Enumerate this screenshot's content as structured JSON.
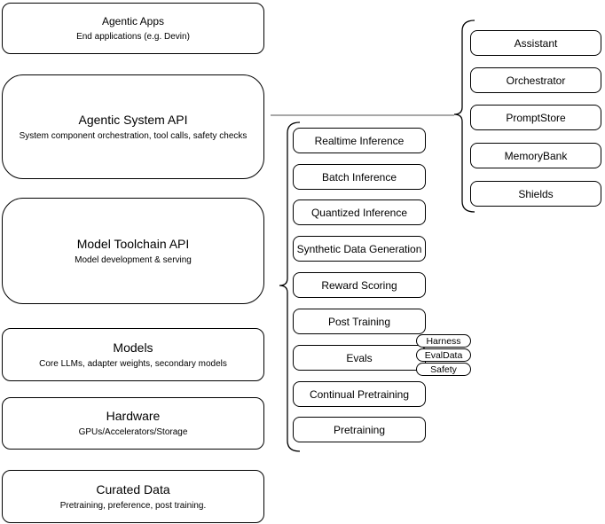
{
  "layers": [
    {
      "title": "Agentic Apps",
      "subtitle": "End applications (e.g. Devin)"
    },
    {
      "title": "Agentic System API",
      "subtitle": "System component orchestration, tool calls, safety checks"
    },
    {
      "title": "Model Toolchain API",
      "subtitle": "Model development & serving"
    },
    {
      "title": "Models",
      "subtitle": "Core LLMs, adapter weights, secondary models"
    },
    {
      "title": "Hardware",
      "subtitle": "GPUs/Accelerators/Storage"
    },
    {
      "title": "Curated Data",
      "subtitle": "Pretraining, preference, post training."
    }
  ],
  "toolchain_services": [
    "Realtime Inference",
    "Batch Inference",
    "Quantized Inference",
    "Synthetic Data Generation",
    "Reward Scoring",
    "Post Training",
    "Evals",
    "Continual Pretraining",
    "Pretraining"
  ],
  "eval_tags": [
    "Harness",
    "EvalData",
    "Safety"
  ],
  "system_components": [
    "Assistant",
    "Orchestrator",
    "PromptStore",
    "MemoryBank",
    "Shields"
  ],
  "colors": {
    "stroke": "#000000",
    "connector": "#757575",
    "background": "#ffffff",
    "text": "#000000"
  }
}
